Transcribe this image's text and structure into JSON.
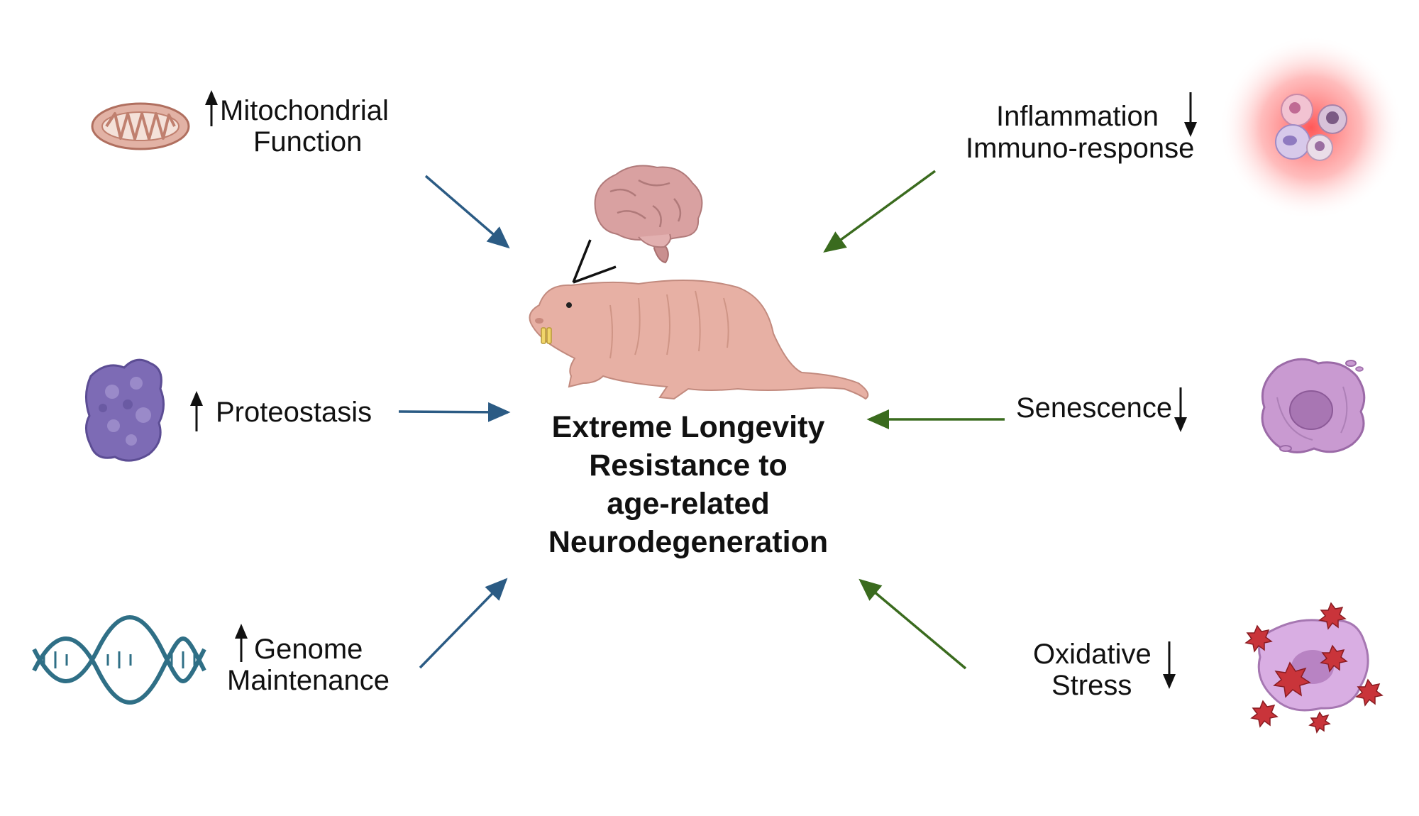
{
  "center": {
    "lines": [
      "Extreme Longevity",
      "Resistance to",
      "age-related",
      "Neurodegeneration"
    ]
  },
  "factors": {
    "mitochondrial": {
      "line1": "Mitochondrial",
      "line2": "Function",
      "direction": "up",
      "icon": "mitochondrion-icon"
    },
    "proteostasis": {
      "line1": "Proteostasis",
      "direction": "up",
      "icon": "protein-icon"
    },
    "genome": {
      "line1": "Genome",
      "line2": "Maintenance",
      "direction": "up",
      "icon": "dna-icon"
    },
    "inflammation": {
      "line1": "Inflammation",
      "line2": "Immuno-response",
      "direction": "down",
      "icon": "immune-cells-icon"
    },
    "senescence": {
      "line1": "Senescence",
      "direction": "down",
      "icon": "senescent-cell-icon"
    },
    "oxidative": {
      "line1": "Oxidative",
      "line2": "Stress",
      "direction": "down",
      "icon": "oxidative-cell-icon"
    }
  },
  "colors": {
    "increase_arrow": "#2b5b84",
    "decrease_arrow": "#3a6b1e",
    "animal": "#e7b0a4",
    "brain": "#d89a96"
  },
  "icons": [
    "naked-mole-rat-icon",
    "brain-icon"
  ]
}
